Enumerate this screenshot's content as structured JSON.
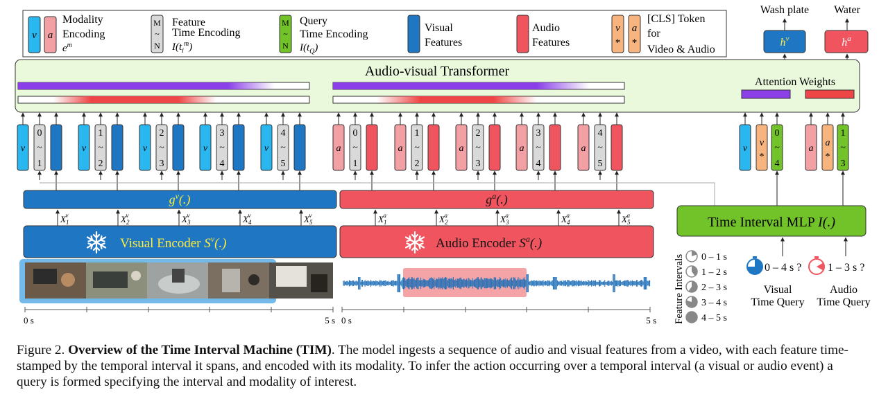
{
  "legend": {
    "modality": {
      "v": "v",
      "a": "a",
      "line1": "Modality",
      "line2": "Encoding",
      "math": "e",
      "math_sup": "m"
    },
    "feature_time": {
      "top": "M",
      "mid": "~",
      "bot": "N",
      "line1": "Feature",
      "line2": "Time Encoding",
      "math": "I(t",
      "math_sub": "i",
      "math_sup": "m",
      "math_end": ")"
    },
    "query_time": {
      "top": "M",
      "mid": "~",
      "bot": "N",
      "line1": "Query",
      "line2": "Time Encoding",
      "math": "I(t",
      "math_sub": "Q",
      "math_end": ")"
    },
    "visual_features": {
      "line1": "Visual",
      "line2": "Features"
    },
    "audio_features": {
      "line1": "Audio",
      "line2": "Features"
    },
    "cls": {
      "v": "v",
      "a": "a",
      "star": "*",
      "line1": "[CLS] Token",
      "line2": "for",
      "line3": "Video & Audio"
    }
  },
  "outputs": {
    "visual_label": "Wash plate",
    "audio_label": "Water",
    "hv": "h",
    "hv_sup": "v",
    "ha": "h",
    "ha_sup": "a"
  },
  "transformer": {
    "title": "Audio-visual Transformer",
    "attention": "Attention Weights"
  },
  "visual_tokens": [
    {
      "v": "v",
      "start": "0",
      "tilde": "~",
      "end": "1"
    },
    {
      "v": "v",
      "start": "1",
      "tilde": "~",
      "end": "2"
    },
    {
      "v": "v",
      "start": "2",
      "tilde": "~",
      "end": "3"
    },
    {
      "v": "v",
      "start": "3",
      "tilde": "~",
      "end": "4"
    },
    {
      "v": "v",
      "start": "4",
      "tilde": "~",
      "end": "5"
    }
  ],
  "audio_tokens": [
    {
      "a": "a",
      "start": "0",
      "tilde": "~",
      "end": "1"
    },
    {
      "a": "a",
      "start": "1",
      "tilde": "~",
      "end": "2"
    },
    {
      "a": "a",
      "start": "2",
      "tilde": "~",
      "end": "3"
    },
    {
      "a": "a",
      "start": "3",
      "tilde": "~",
      "end": "4"
    },
    {
      "a": "a",
      "start": "4",
      "tilde": "~",
      "end": "5"
    }
  ],
  "query_tokens": {
    "visual": {
      "v": "v",
      "cls": "v",
      "star": "*",
      "start": "0",
      "tilde": "~",
      "end": "4"
    },
    "audio": {
      "a": "a",
      "cls": "a",
      "star": "*",
      "start": "1",
      "tilde": "~",
      "end": "3"
    }
  },
  "gv": {
    "g": "g",
    "sup": "v",
    "rest": "(.)"
  },
  "ga": {
    "g": "g",
    "sup": "a",
    "rest": "(.)"
  },
  "x_visual": [
    {
      "x": "X",
      "sub": "1",
      "sup": "v"
    },
    {
      "x": "X",
      "sub": "2",
      "sup": "v"
    },
    {
      "x": "X",
      "sub": "3",
      "sup": "v"
    },
    {
      "x": "X",
      "sub": "4",
      "sup": "v"
    },
    {
      "x": "X",
      "sub": "5",
      "sup": "v"
    }
  ],
  "x_audio": [
    {
      "x": "X",
      "sub": "1",
      "sup": "a"
    },
    {
      "x": "X",
      "sub": "2",
      "sup": "a"
    },
    {
      "x": "X",
      "sub": "3",
      "sup": "a"
    },
    {
      "x": "X",
      "sub": "4",
      "sup": "a"
    },
    {
      "x": "X",
      "sub": "5",
      "sup": "a"
    }
  ],
  "visual_encoder": {
    "label": "Visual Encoder ",
    "s": "S",
    "sup": "v",
    "rest": "(.)"
  },
  "audio_encoder": {
    "label": "Audio Encoder ",
    "s": "S",
    "sup": "a",
    "rest": "(.)"
  },
  "mlp": {
    "label": "Time Interval MLP ",
    "math": "I(.)"
  },
  "timeline": {
    "v_start": "0 s",
    "v_end": "5 s",
    "a_start": "0 s",
    "a_end": "5 s"
  },
  "feature_intervals": {
    "title": "Feature Intervals",
    "items": [
      "0 – 1 s",
      "1 – 2 s",
      "2 – 3 s",
      "3 – 4 s",
      "4 – 5 s"
    ]
  },
  "visual_query": {
    "text": "0 – 4 s ?",
    "line1": "Visual",
    "line2": "Time Query"
  },
  "audio_query": {
    "text": "1 – 3 s ?",
    "line1": "Audio",
    "line2": "Time Query"
  },
  "colors": {
    "visual": "#1f77c4",
    "visual_dark": "#1a5f9e",
    "audio": "#f0545e",
    "light_blue": "#2ab6ef",
    "pink": "#f2a0a4",
    "gray": "#d9d9d9",
    "green": "#72c22a",
    "orange": "#f7b47f",
    "transformer_bg": "#eaf9dc",
    "purple": "#8b3fe8",
    "attention_red": "#ee4646"
  },
  "caption": {
    "prefix": "Figure 2. ",
    "bold": "Overview of the Time Interval Machine (TIM)",
    "rest": ". The model ingests a sequence of audio and visual features from a video, with each feature time-stamped by the temporal interval it spans, and encoded with its modality. To infer the action occurring over a temporal interval (a visual or audio event) a query is formed specifying the interval and modality of interest."
  }
}
